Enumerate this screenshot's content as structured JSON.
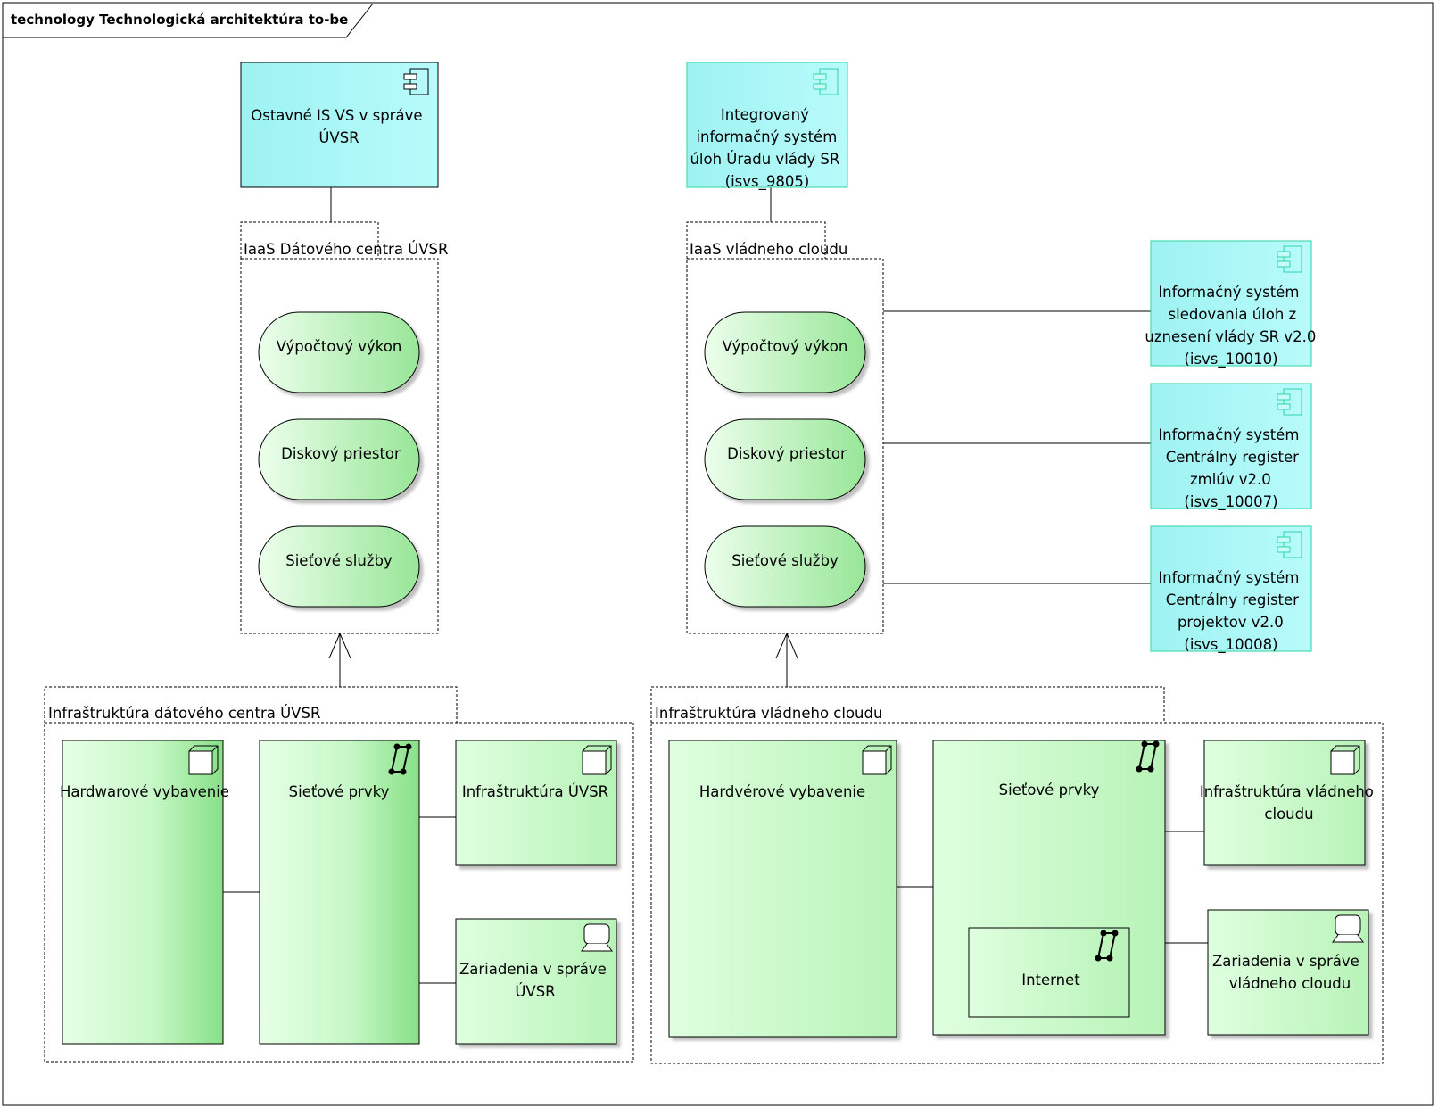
{
  "frame": {
    "title": "technology Technologická architektúra to-be"
  },
  "colors": {
    "component_fill": "#aef7f7",
    "component_border_left": "#1a2a2a",
    "component_border_right": "#2fd5a5",
    "service_fill_light": "#e8ffe8",
    "service_fill_dark": "#9be89b",
    "node_fill_light": "#e4ffe4",
    "node_fill_dark": "#8be58b",
    "line": "#000000"
  },
  "components": {
    "ostavne": {
      "lines": [
        "Ostavné IS VS v správe",
        "ÚVSR"
      ],
      "icon": "component-icon"
    },
    "integrovany": {
      "lines": [
        "Integrovaný",
        "informačný systém",
        "úloh Úradu vlády SR",
        "(isvs_9805)"
      ],
      "icon": "component-icon"
    },
    "sledovania": {
      "lines": [
        "Informačný systém",
        "sledovania úloh z",
        "uznesení vlády SR v2.0",
        "(isvs_10010)"
      ],
      "icon": "component-icon"
    },
    "zmluv": {
      "lines": [
        "Informačný systém",
        "Centrálny register",
        "zmlúv v2.0",
        "(isvs_10007)"
      ],
      "icon": "component-icon"
    },
    "projektov": {
      "lines": [
        "Informačný systém",
        "Centrálny register",
        "projektov v2.0",
        "(isvs_10008)"
      ],
      "icon": "component-icon"
    }
  },
  "iaas_groups": {
    "uvsr": {
      "label": "IaaS Dátového centra ÚVSR",
      "services": [
        "Výpočtový výkon",
        "Diskový priestor",
        "Sieťové služby"
      ]
    },
    "cloud": {
      "label": "IaaS vládneho cloudu",
      "services": [
        "Výpočtový výkon",
        "Diskový priestor",
        "Sieťové služby"
      ]
    }
  },
  "infra_groups": {
    "uvsr": {
      "label": "Infraštruktúra dátového centra ÚVSR",
      "hardware": {
        "lines": [
          "Hardwarové vybavenie"
        ],
        "icon": "node-icon"
      },
      "network": {
        "lines": [
          "Sieťové prvky"
        ],
        "icon": "network-icon"
      },
      "infra": {
        "lines": [
          "Infraštruktúra ÚVSR"
        ],
        "icon": "node-icon"
      },
      "devices": {
        "lines": [
          "Zariadenia v správe",
          "ÚVSR"
        ],
        "icon": "device-icon"
      }
    },
    "cloud": {
      "label": "Infraštruktúra vládneho cloudu",
      "hardware": {
        "lines": [
          "Hardvérové vybavenie"
        ],
        "icon": "node-icon"
      },
      "network": {
        "lines": [
          "Sieťové prvky"
        ],
        "icon": "network-icon"
      },
      "internet": {
        "lines": [
          "Internet"
        ],
        "icon": "network-icon"
      },
      "infra": {
        "lines": [
          "Infraštruktúra vládneho",
          "cloudu"
        ],
        "icon": "node-icon"
      },
      "devices": {
        "lines": [
          "Zariadenia v správe",
          "vládneho cloudu"
        ],
        "icon": "device-icon"
      }
    }
  }
}
